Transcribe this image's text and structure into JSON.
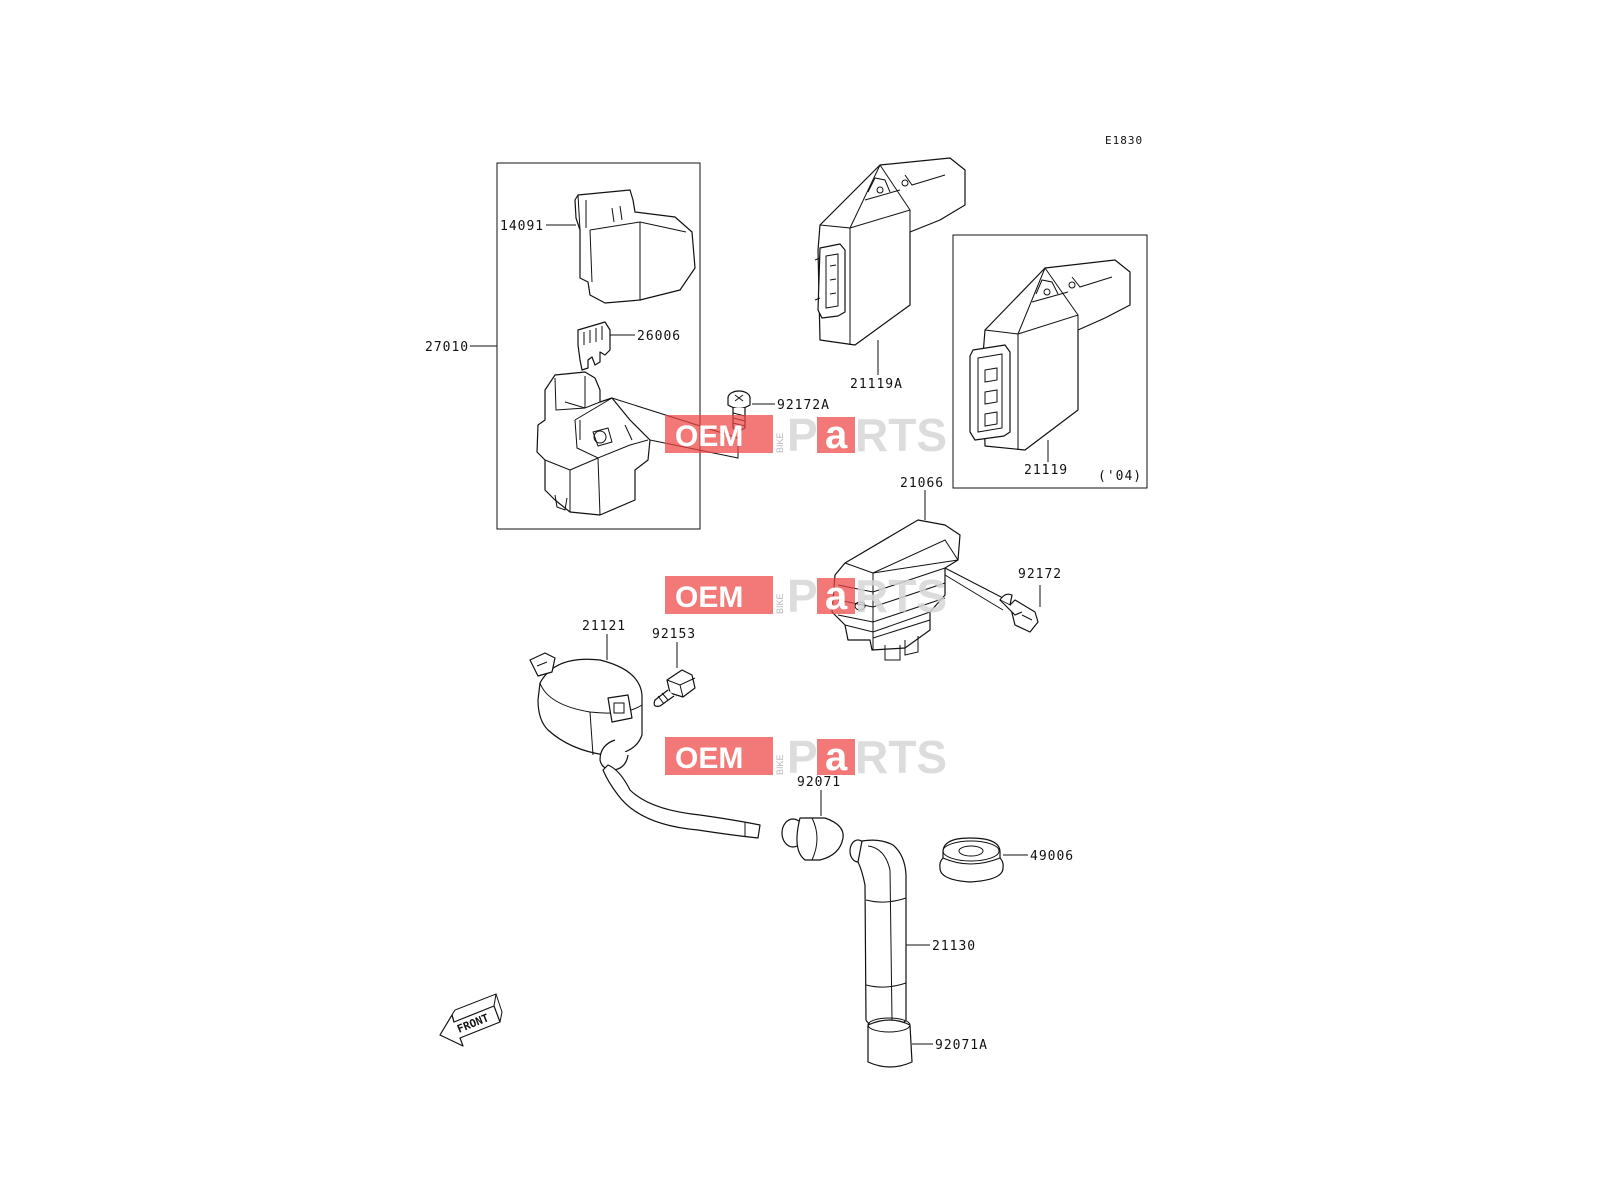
{
  "diagram_code": "E1830",
  "watermark": {
    "oem": "OEM",
    "bike": "BIKE",
    "p": "P",
    "a": "a",
    "rts": "RTS"
  },
  "front_label": "FRONT",
  "parts": {
    "p14091": "14091",
    "p26006": "26006",
    "p27010": "27010",
    "p92172A": "92172A",
    "p21119A": "21119A",
    "p21119": "21119",
    "p21119_note": "('04)",
    "p21066": "21066",
    "p92172": "92172",
    "p21121": "21121",
    "p92153": "92153",
    "p92071": "92071",
    "p49006": "49006",
    "p21130": "21130",
    "p92071A": "92071A"
  }
}
